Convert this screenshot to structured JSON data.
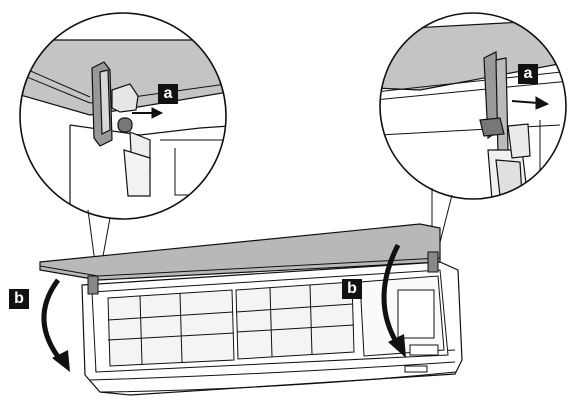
{
  "labels": {
    "a_left": "a",
    "a_right": "a",
    "b_left": "b",
    "b_right": "b"
  },
  "colors": {
    "panel_fill": "#b8b8b8",
    "line": "#111111",
    "filter_fill": "#f4f4f4",
    "label_bg": "#111111",
    "label_fg": "#ffffff"
  }
}
